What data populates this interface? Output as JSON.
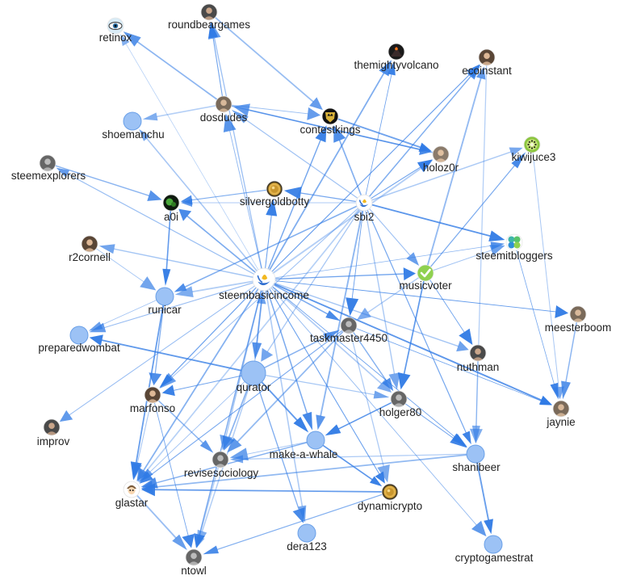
{
  "colors": {
    "edge": "#2f7ae5",
    "node_fill": "#9cc2f5",
    "node_stroke": "#6aa0e8",
    "label": "#222222"
  },
  "nodes": [
    {
      "id": "retinox",
      "label": "retinox",
      "kind": "avatar",
      "icon": "eye-avatar-icon"
    },
    {
      "id": "roundbeargames",
      "label": "roundbeargames",
      "kind": "avatar",
      "icon": "person-avatar-icon"
    },
    {
      "id": "themightyvolcano",
      "label": "themightyvolcano",
      "kind": "avatar",
      "icon": "volcano-avatar-icon"
    },
    {
      "id": "ecoinstant",
      "label": "ecoinstant",
      "kind": "avatar",
      "icon": "person-avatar-icon"
    },
    {
      "id": "shoemanchu",
      "label": "shoemanchu",
      "kind": "circle",
      "size": "medium"
    },
    {
      "id": "dosdudes",
      "label": "dosdudes",
      "kind": "avatar",
      "icon": "person-avatar-icon"
    },
    {
      "id": "contestkings",
      "label": "contestkings",
      "kind": "avatar",
      "icon": "crown-shield-avatar-icon"
    },
    {
      "id": "holoz0r",
      "label": "holoz0r",
      "kind": "avatar",
      "icon": "person-avatar-icon"
    },
    {
      "id": "kiwijuce3",
      "label": "kiwijuce3",
      "kind": "avatar",
      "icon": "kiwi-avatar-icon"
    },
    {
      "id": "steemexplorers",
      "label": "steemexplorers",
      "kind": "avatar",
      "icon": "person-avatar-icon"
    },
    {
      "id": "a0i",
      "label": "a0i",
      "kind": "avatar",
      "icon": "forest-avatar-icon"
    },
    {
      "id": "silvergoldbotty",
      "label": "silvergoldbotty",
      "kind": "avatar",
      "icon": "coin-avatar-icon"
    },
    {
      "id": "sbi2",
      "label": "sbi2",
      "kind": "avatar",
      "icon": "sbi-logo-icon"
    },
    {
      "id": "r2cornell",
      "label": "r2cornell",
      "kind": "avatar",
      "icon": "person-avatar-icon"
    },
    {
      "id": "steemitbloggers",
      "label": "steemitbloggers",
      "kind": "avatar",
      "icon": "clover-avatar-icon"
    },
    {
      "id": "steembasicincome",
      "label": "steembasicincome",
      "kind": "avatar",
      "icon": "sbi-logo-icon"
    },
    {
      "id": "musicvoter",
      "label": "musicvoter",
      "kind": "avatar",
      "icon": "checkmark-avatar-icon"
    },
    {
      "id": "runicar",
      "label": "runicar",
      "kind": "circle",
      "size": "medium"
    },
    {
      "id": "preparedwombat",
      "label": "preparedwombat",
      "kind": "circle",
      "size": "medium"
    },
    {
      "id": "taskmaster4450",
      "label": "taskmaster4450",
      "kind": "avatar",
      "icon": "person-avatar-icon"
    },
    {
      "id": "meesterboom",
      "label": "meesterboom",
      "kind": "avatar",
      "icon": "person-avatar-icon"
    },
    {
      "id": "nuthman",
      "label": "nuthman",
      "kind": "avatar",
      "icon": "person-avatar-icon"
    },
    {
      "id": "qurator",
      "label": "qurator",
      "kind": "circle",
      "size": "large"
    },
    {
      "id": "marfonso",
      "label": "marfonso",
      "kind": "avatar",
      "icon": "person-avatar-icon"
    },
    {
      "id": "holger80",
      "label": "holger80",
      "kind": "avatar",
      "icon": "person-avatar-icon"
    },
    {
      "id": "jaynie",
      "label": "jaynie",
      "kind": "avatar",
      "icon": "person-avatar-icon"
    },
    {
      "id": "improv",
      "label": "improv",
      "kind": "avatar",
      "icon": "person-avatar-icon"
    },
    {
      "id": "make-a-whale",
      "label": "make-a-whale",
      "kind": "circle",
      "size": "medium"
    },
    {
      "id": "shanibeer",
      "label": "shanibeer",
      "kind": "circle",
      "size": "medium"
    },
    {
      "id": "revisesociology",
      "label": "revisesociology",
      "kind": "avatar",
      "icon": "person-avatar-icon"
    },
    {
      "id": "glastar",
      "label": "glastar",
      "kind": "avatar",
      "icon": "cartoon-face-avatar-icon"
    },
    {
      "id": "dynamicrypto",
      "label": "dynamicrypto",
      "kind": "avatar",
      "icon": "coin-avatar-icon"
    },
    {
      "id": "dera123",
      "label": "dera123",
      "kind": "circle",
      "size": "medium"
    },
    {
      "id": "cryptogamestrat",
      "label": "cryptogamestrat",
      "kind": "circle",
      "size": "medium"
    },
    {
      "id": "ntowl",
      "label": "ntowl",
      "kind": "avatar",
      "icon": "person-avatar-icon"
    }
  ],
  "edges": [
    [
      "steembasicincome",
      "retinox"
    ],
    [
      "steembasicincome",
      "roundbeargames"
    ],
    [
      "steembasicincome",
      "themightyvolcano"
    ],
    [
      "steembasicincome",
      "ecoinstant"
    ],
    [
      "steembasicincome",
      "shoemanchu"
    ],
    [
      "steembasicincome",
      "dosdudes"
    ],
    [
      "steembasicincome",
      "contestkings"
    ],
    [
      "steembasicincome",
      "holoz0r"
    ],
    [
      "steembasicincome",
      "steemexplorers"
    ],
    [
      "steembasicincome",
      "a0i"
    ],
    [
      "steembasicincome",
      "silvergoldbotty"
    ],
    [
      "steembasicincome",
      "r2cornell"
    ],
    [
      "steembasicincome",
      "steemitbloggers"
    ],
    [
      "steembasicincome",
      "musicvoter"
    ],
    [
      "steembasicincome",
      "runicar"
    ],
    [
      "steembasicincome",
      "preparedwombat"
    ],
    [
      "steembasicincome",
      "taskmaster4450"
    ],
    [
      "steembasicincome",
      "meesterboom"
    ],
    [
      "steembasicincome",
      "nuthman"
    ],
    [
      "steembasicincome",
      "qurator"
    ],
    [
      "steembasicincome",
      "marfonso"
    ],
    [
      "steembasicincome",
      "holger80"
    ],
    [
      "steembasicincome",
      "improv"
    ],
    [
      "steembasicincome",
      "make-a-whale"
    ],
    [
      "steembasicincome",
      "shanibeer"
    ],
    [
      "steembasicincome",
      "revisesociology"
    ],
    [
      "steembasicincome",
      "glastar"
    ],
    [
      "steembasicincome",
      "dynamicrypto"
    ],
    [
      "steembasicincome",
      "dera123"
    ],
    [
      "steembasicincome",
      "cryptogamestrat"
    ],
    [
      "steembasicincome",
      "ntowl"
    ],
    [
      "steembasicincome",
      "jaynie"
    ],
    [
      "sbi2",
      "dosdudes"
    ],
    [
      "sbi2",
      "contestkings"
    ],
    [
      "sbi2",
      "holoz0r"
    ],
    [
      "sbi2",
      "kiwijuce3"
    ],
    [
      "sbi2",
      "a0i"
    ],
    [
      "sbi2",
      "silvergoldbotty"
    ],
    [
      "sbi2",
      "steemitbloggers"
    ],
    [
      "sbi2",
      "musicvoter"
    ],
    [
      "sbi2",
      "runicar"
    ],
    [
      "sbi2",
      "taskmaster4450"
    ],
    [
      "sbi2",
      "holger80"
    ],
    [
      "sbi2",
      "make-a-whale"
    ],
    [
      "sbi2",
      "shanibeer"
    ],
    [
      "sbi2",
      "glastar"
    ],
    [
      "sbi2",
      "marfonso"
    ],
    [
      "sbi2",
      "ecoinstant"
    ],
    [
      "sbi2",
      "themightyvolcano"
    ],
    [
      "sbi2",
      "qurator"
    ],
    [
      "dosdudes",
      "retinox"
    ],
    [
      "dosdudes",
      "roundbeargames"
    ],
    [
      "dosdudes",
      "shoemanchu"
    ],
    [
      "dosdudes",
      "contestkings"
    ],
    [
      "dosdudes",
      "holoz0r"
    ],
    [
      "qurator",
      "make-a-whale"
    ],
    [
      "qurator",
      "holger80"
    ],
    [
      "qurator",
      "revisesociology"
    ],
    [
      "qurator",
      "marfonso"
    ],
    [
      "qurator",
      "ntowl"
    ],
    [
      "qurator",
      "glastar"
    ],
    [
      "qurator",
      "dera123"
    ],
    [
      "qurator",
      "preparedwombat"
    ],
    [
      "qurator",
      "steembasicincome"
    ],
    [
      "qurator",
      "taskmaster4450"
    ],
    [
      "musicvoter",
      "nuthman"
    ],
    [
      "musicvoter",
      "taskmaster4450"
    ],
    [
      "musicvoter",
      "ecoinstant"
    ],
    [
      "musicvoter",
      "kiwijuce3"
    ],
    [
      "musicvoter",
      "holger80"
    ],
    [
      "musicvoter",
      "steemitbloggers"
    ],
    [
      "taskmaster4450",
      "holger80"
    ],
    [
      "taskmaster4450",
      "jaynie"
    ],
    [
      "taskmaster4450",
      "dynamicrypto"
    ],
    [
      "taskmaster4450",
      "revisesociology"
    ],
    [
      "taskmaster4450",
      "glastar"
    ],
    [
      "make-a-whale",
      "dynamicrypto"
    ],
    [
      "make-a-whale",
      "revisesociology"
    ],
    [
      "make-a-whale",
      "glastar"
    ],
    [
      "shanibeer",
      "cryptogamestrat"
    ],
    [
      "shanibeer",
      "revisesociology"
    ],
    [
      "shanibeer",
      "glastar"
    ],
    [
      "holger80",
      "shanibeer"
    ],
    [
      "holger80",
      "make-a-whale"
    ],
    [
      "runicar",
      "preparedwombat"
    ],
    [
      "runicar",
      "marfonso"
    ],
    [
      "runicar",
      "glastar"
    ],
    [
      "marfonso",
      "glastar"
    ],
    [
      "marfonso",
      "revisesociology"
    ],
    [
      "marfonso",
      "ntowl"
    ],
    [
      "revisesociology",
      "ntowl"
    ],
    [
      "glastar",
      "ntowl"
    ],
    [
      "dynamicrypto",
      "ntowl"
    ],
    [
      "dynamicrypto",
      "glastar"
    ],
    [
      "kiwijuce3",
      "jaynie"
    ],
    [
      "meesterboom",
      "jaynie"
    ],
    [
      "steemitbloggers",
      "jaynie"
    ],
    [
      "ecoinstant",
      "shanibeer"
    ],
    [
      "roundbeargames",
      "contestkings"
    ],
    [
      "silvergoldbotty",
      "a0i"
    ],
    [
      "a0i",
      "runicar"
    ],
    [
      "r2cornell",
      "runicar"
    ],
    [
      "steemexplorers",
      "a0i"
    ],
    [
      "contestkings",
      "holoz0r"
    ],
    [
      "nuthman",
      "shanibeer"
    ],
    [
      "holoz0r",
      "dosdudes"
    ]
  ]
}
